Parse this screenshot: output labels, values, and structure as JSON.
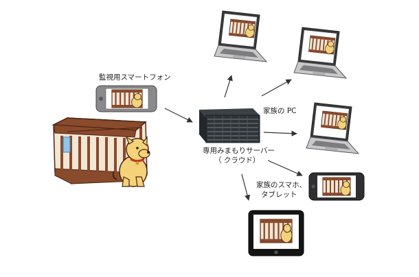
{
  "labels": {
    "monitor_phone": "監視用スマートフォン",
    "server_line1": "専用みまもりサーバー",
    "server_line2": "（ クラウド）",
    "family_pc": "家族の PC",
    "family_mobile_line1": "家族のスマホ、",
    "family_mobile_line2": "タブレット"
  },
  "colors": {
    "crate_wood": "#8a4a2c",
    "crate_dark": "#4a2614",
    "dog_body": "#f3d27a",
    "laptop_gray": "#c9c9cc",
    "server_dark": "#2f3438",
    "arrow": "#333333"
  }
}
